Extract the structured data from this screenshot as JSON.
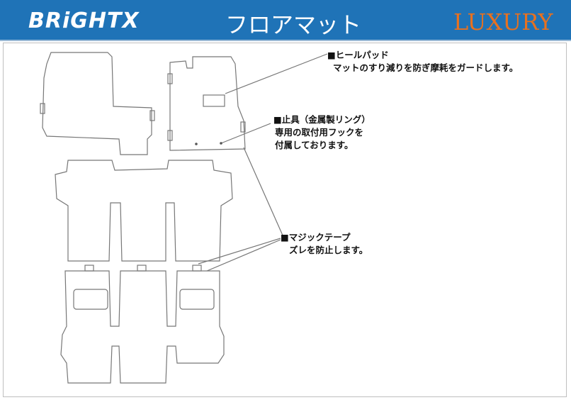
{
  "header": {
    "brand": "BRiGHTX",
    "title": "フロアマット",
    "badge": "LUXURY",
    "colors": {
      "bar": "#1f73b7",
      "brand": "#ffffff",
      "badge": "#e8711f"
    }
  },
  "annotations": {
    "heel_pad": {
      "title": "■ヒールパッド",
      "description": "マットのすり減りを防ぎ摩耗をガードします。"
    },
    "fastener": {
      "title": "■止具（金属製リング）",
      "line2": "専用の取付用フックを",
      "line3": "付属しております。"
    },
    "velcro": {
      "title": "■マジックテープ",
      "description": "ズレを防止します。"
    }
  }
}
